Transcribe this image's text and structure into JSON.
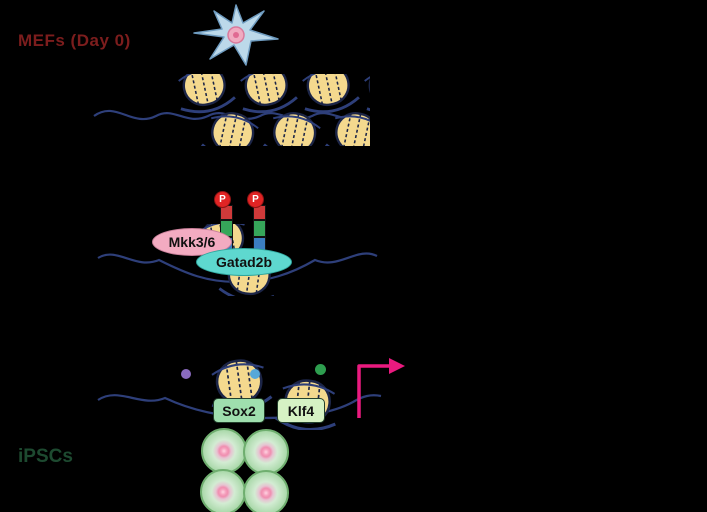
{
  "labels": {
    "mefs": "MEFs (Day 0)",
    "ipscs": "iPSCs"
  },
  "complex": {
    "kinase": "Mkk3/6",
    "subunit": "Gatad2b",
    "phospho": "P"
  },
  "factors": {
    "sox2": "Sox2",
    "klf4": "Klf4"
  },
  "icons": {
    "fibroblast": "fibroblast-cell-icon",
    "nucleosome": "nucleosome-icon",
    "phospho_badge": "phospho-p-badge",
    "transcription_arrow": "transcription-start-arrow-icon",
    "ipsc_colony": "ipsc-colony-icon",
    "mark_dots": [
      "purple-mark-dot",
      "blue-mark-dot",
      "green-mark-dot"
    ]
  },
  "colors": {
    "background": "#000000",
    "kinase_fill": "#f3abc1",
    "subunit_fill": "#5ed8cf",
    "sox2_fill": "#9fdfae",
    "klf4_fill": "#d6f2c4",
    "nucleosome_fill": "#f4d98e",
    "dna_stroke": "#2e3f7a",
    "transcription_arrow": "#ea1a7f",
    "phospho_fill": "#e02424",
    "mefs_text": "#7c1d1d",
    "ipscs_text": "#1d4a30",
    "cell_fill": "#bcd9ea",
    "colony_green": "#8cc88c",
    "colony_pink": "#ef8fb0",
    "dot_purple": "#8a6bbf",
    "dot_blue": "#56a8d8",
    "dot_green": "#2e9e4f"
  }
}
